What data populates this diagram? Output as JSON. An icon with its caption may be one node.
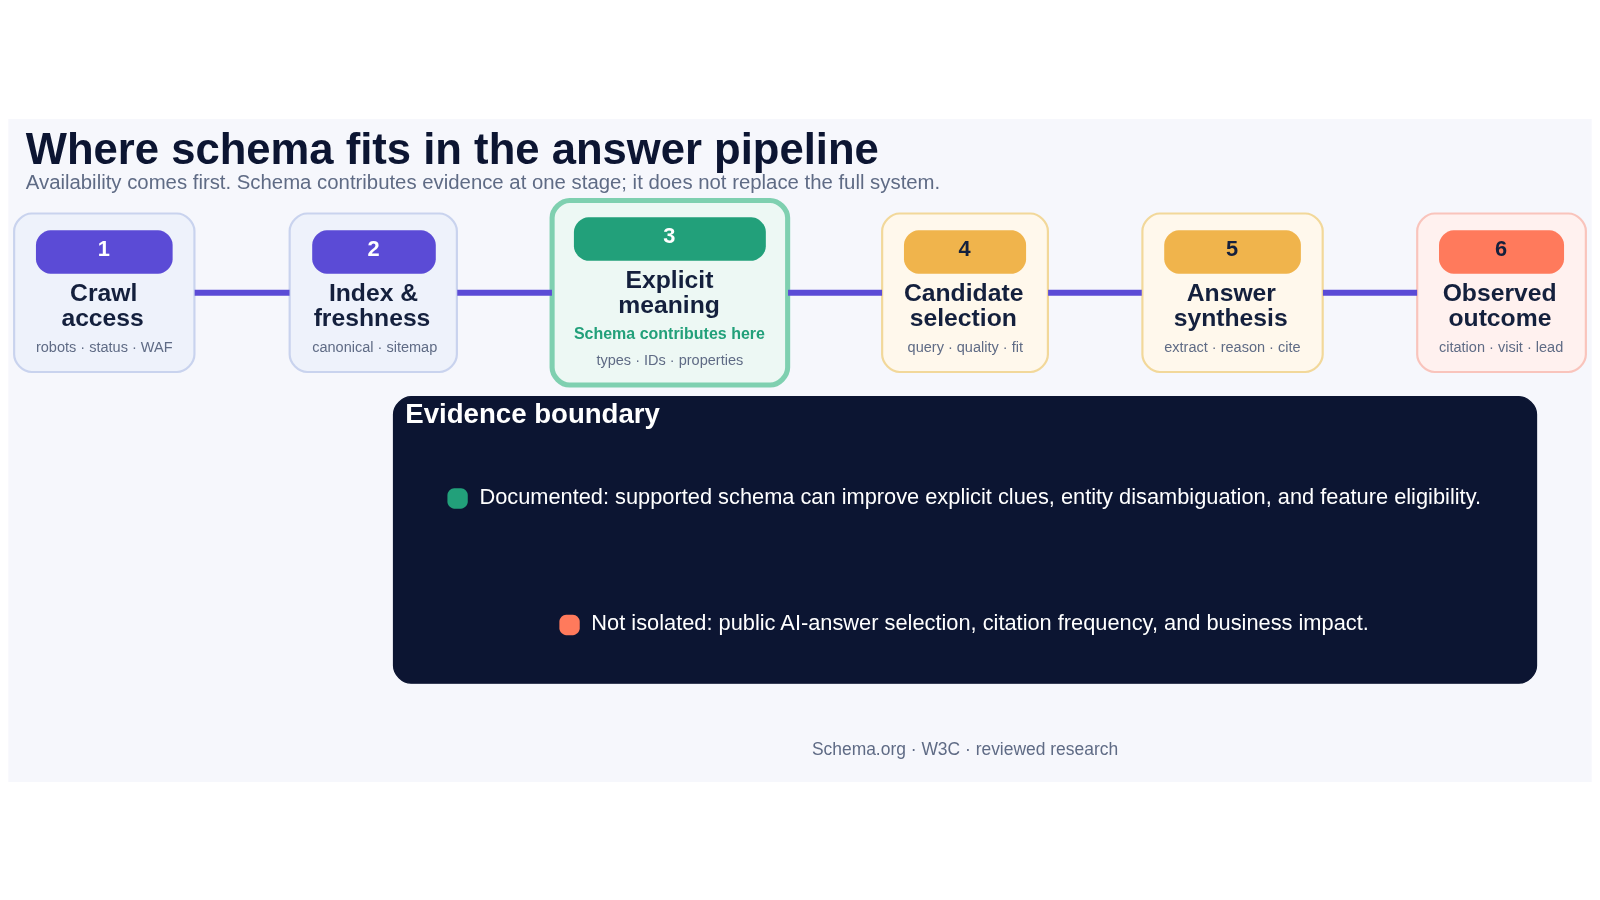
{
  "diagram": {
    "title": "Where schema fits in the answer pipeline",
    "caption": "Availability comes first. Schema contributes evidence at one stage; it does not replace the full system.",
    "nodes": [
      {
        "text": [
          "1",
          "Crawl access",
          "robots · status · WAF"
        ]
      },
      {
        "text": [
          "2",
          "Index & freshness",
          "canonical · sitemap"
        ]
      },
      {
        "text": [
          "3",
          "Explicit meaning",
          "Schema contributes here",
          "types · IDs · properties"
        ]
      },
      {
        "text": [
          "4",
          "Candidate selection",
          "query · quality · fit"
        ]
      },
      {
        "text": [
          "5",
          "Answer synthesis",
          "extract · reason · cite"
        ]
      },
      {
        "text": [
          "6",
          "Observed outcome",
          "citation · visit · lead"
        ]
      },
      {
        "text": [
          "Evidence boundary"
        ]
      }
    ],
    "edges": [
      {
        "from": 0,
        "to": 1,
        "arrow": "none"
      },
      {
        "from": 1,
        "to": 2,
        "arrow": "none"
      },
      {
        "from": 2,
        "to": 3,
        "arrow": "none"
      },
      {
        "from": 3,
        "to": 4,
        "arrow": "none"
      },
      {
        "from": 4,
        "to": 5,
        "arrow": "none"
      }
    ],
    "labels": [
      "Schema.org · W3C · reviewed research"
    ],
    "legend": [
      {
        "text": "Documented: supported schema can improve explicit clues, entity disambiguation, and feature eligibility.",
        "color": "#22a07a"
      },
      {
        "text": "Not isolated: public AI-answer selection, citation frequency, and business impact.",
        "color": "#ff7a5c"
      }
    ]
  }
}
